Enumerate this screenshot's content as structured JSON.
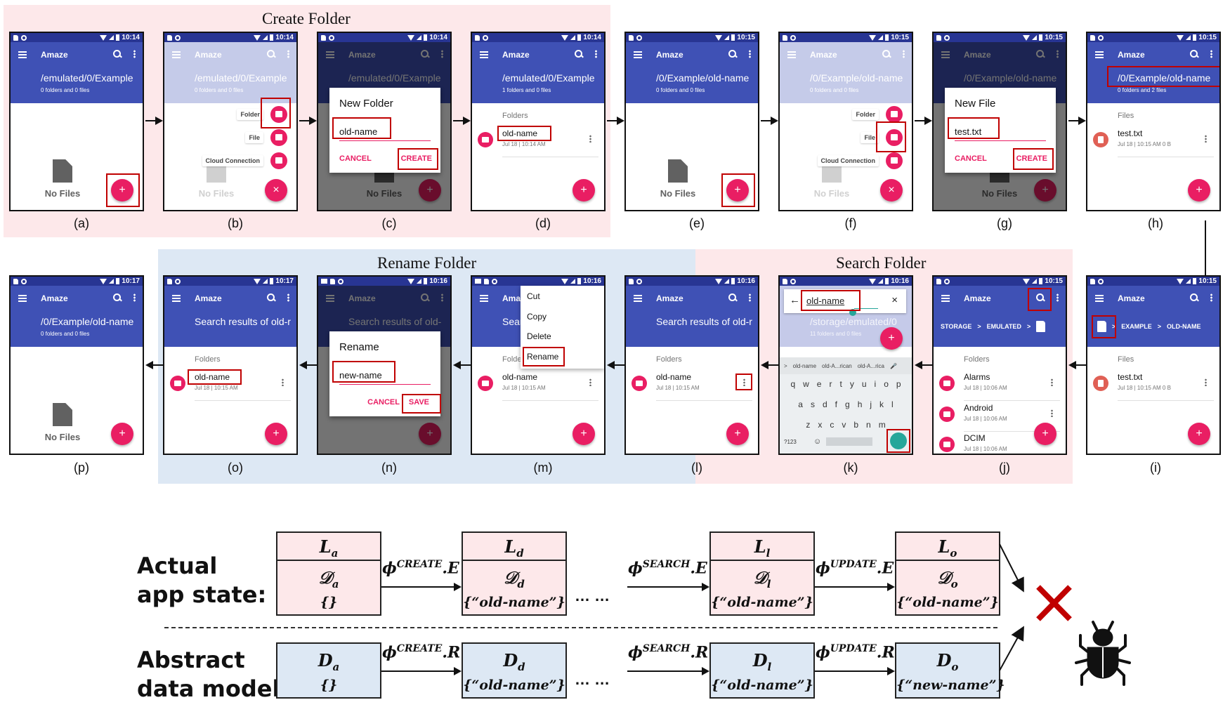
{
  "sections": {
    "create": "Create Folder",
    "rename": "Rename Folder",
    "search": "Search Folder"
  },
  "app": {
    "title": "Amaze",
    "no_files": "No Files",
    "fab_plus": "+",
    "fab_close": "×"
  },
  "speed_dial": {
    "folder": "Folder",
    "file": "File",
    "cloud": "Cloud Connection"
  },
  "screens": {
    "a": {
      "caption": "(a)",
      "time": "10:14",
      "path": "/emulated/0/Example",
      "count": "0 folders and 0 files"
    },
    "b": {
      "caption": "(b)",
      "time": "10:14",
      "path": "/emulated/0/Example",
      "count": "0 folders and 0 files"
    },
    "c": {
      "caption": "(c)",
      "time": "10:14",
      "path": "/emulated/0/Example",
      "dialog_title": "New Folder",
      "input": "old-name",
      "cancel": "CANCEL",
      "confirm": "CREATE"
    },
    "d": {
      "caption": "(d)",
      "time": "10:14",
      "path": "/emulated/0/Example",
      "count": "1 folders and 0 files",
      "section": "Folders",
      "item_name": "old-name",
      "item_meta": "Jul 18 | 10:14 AM"
    },
    "e": {
      "caption": "(e)",
      "time": "10:15",
      "path": "/0/Example/old-name",
      "count": "0 folders and 0 files"
    },
    "f": {
      "caption": "(f)",
      "time": "10:15",
      "path": "/0/Example/old-name",
      "count": "0 folders and 0 files"
    },
    "g": {
      "caption": "(g)",
      "time": "10:15",
      "path": "/0/Example/old-name",
      "dialog_title": "New File",
      "input": "test.txt",
      "cancel": "CANCEL",
      "confirm": "CREATE"
    },
    "h": {
      "caption": "(h)",
      "time": "10:15",
      "path": "/0/Example/old-name",
      "count": "0 folders and 2 files",
      "section": "Files",
      "item_name": "test.txt",
      "item_meta": "Jul 18 | 10:15 AM   0 B"
    },
    "i": {
      "caption": "(i)",
      "time": "10:15",
      "crumbs": [
        "EXAMPLE",
        "OLD-NAME"
      ],
      "section": "Files",
      "item_name": "test.txt",
      "item_meta": "Jul 18 | 10:15 AM   0 B"
    },
    "j": {
      "caption": "(j)",
      "time": "10:15",
      "crumbs": [
        "STORAGE",
        "EMULATED"
      ],
      "section": "Folders",
      "items": [
        {
          "name": "Alarms",
          "meta": "Jul 18 | 10:06 AM"
        },
        {
          "name": "Android",
          "meta": "Jul 18 | 10:06 AM"
        },
        {
          "name": "DCIM",
          "meta": "Jul 18 | 10:06 AM"
        }
      ]
    },
    "k": {
      "caption": "(k)",
      "time": "10:16",
      "query": "old-name",
      "bg_path": "/storage/emulated/0",
      "bg_count": "11 folders and 0 files",
      "suggestions": [
        "old-name",
        "old-A...rican",
        "old-A...rica"
      ],
      "keys_row1": [
        "q",
        "w",
        "e",
        "r",
        "t",
        "y",
        "u",
        "i",
        "o",
        "p"
      ],
      "keys_row2": [
        "a",
        "s",
        "d",
        "f",
        "g",
        "h",
        "j",
        "k",
        "l"
      ],
      "keys_row3": [
        "z",
        "x",
        "c",
        "v",
        "b",
        "n",
        "m"
      ],
      "sym_key": "?123"
    },
    "l": {
      "caption": "(l)",
      "time": "10:16",
      "title": "Search results of old-r",
      "section": "Folders",
      "item_name": "old-name",
      "item_meta": "Jul 18 | 10:15 AM"
    },
    "m": {
      "caption": "(m)",
      "time": "10:16",
      "title": "Search results of old-r",
      "section": "Folders",
      "item_name": "old-name",
      "item_meta": "Jul 18 | 10:15 AM",
      "menu": [
        "Cut",
        "Copy",
        "Delete",
        "Rename"
      ]
    },
    "n": {
      "caption": "(n)",
      "time": "10:16",
      "title": "Search results of old-",
      "dialog_title": "Rename",
      "input": "new-name",
      "cancel": "CANCEL",
      "confirm": "SAVE"
    },
    "o": {
      "caption": "(o)",
      "time": "10:17",
      "title": "Search results of old-r",
      "section": "Folders",
      "item_name": "old-name",
      "item_meta": "Jul 18 | 10:15 AM"
    },
    "p": {
      "caption": "(p)",
      "time": "10:17",
      "path": "/0/Example/old-name",
      "count": "0 folders and 0 files"
    }
  },
  "model": {
    "actual_label_1": "Actual",
    "actual_label_2": "app state:",
    "abstract_label_1": "Abstract",
    "abstract_label_2": "data model:",
    "ellipsis": "… …",
    "actual_boxes": [
      {
        "L": "L",
        "Lsub": "a",
        "D": "𝒟",
        "Dsub": "a",
        "val": "{}"
      },
      {
        "L": "L",
        "Lsub": "d",
        "D": "𝒟",
        "Dsub": "d",
        "val": "{“old-name”}"
      },
      {
        "L": "L",
        "Lsub": "l",
        "D": "𝒟",
        "Dsub": "l",
        "val": "{“old-name”}"
      },
      {
        "L": "L",
        "Lsub": "o",
        "D": "𝒟",
        "Dsub": "o",
        "val": "{“old-name”}"
      }
    ],
    "abstract_boxes": [
      {
        "D": "D",
        "Dsub": "a",
        "val": "{}"
      },
      {
        "D": "D",
        "Dsub": "d",
        "val": "{“old-name”}"
      },
      {
        "D": "D",
        "Dsub": "l",
        "val": "{“old-name”}"
      },
      {
        "D": "D",
        "Dsub": "o",
        "val": "{“new-name”}"
      }
    ],
    "actual_trans": [
      {
        "phi": "ϕ",
        "op": "CREATE",
        "suffix": ".E"
      },
      {
        "phi": "ϕ",
        "op": "SEARCH",
        "suffix": ".E"
      },
      {
        "phi": "ϕ",
        "op": "UPDATE",
        "suffix": ".E"
      }
    ],
    "abstract_trans": [
      {
        "phi": "ϕ",
        "op": "CREATE",
        "suffix": ".R"
      },
      {
        "phi": "ϕ",
        "op": "SEARCH",
        "suffix": ".R"
      },
      {
        "phi": "ϕ",
        "op": "UPDATE",
        "suffix": ".R"
      }
    ],
    "mismatch_icon": "red-x-icon",
    "bug_icon": "bug-icon",
    "colors": {
      "mismatch": "#c00000",
      "actual_fill": "#fde8ea",
      "abstract_fill": "#dde8f4"
    }
  },
  "colors": {
    "appbar": "#3f51b5",
    "statusbar": "#283593",
    "accent": "#e91e63",
    "highlight": "#c00000",
    "keyboard_go": "#26a69a"
  }
}
